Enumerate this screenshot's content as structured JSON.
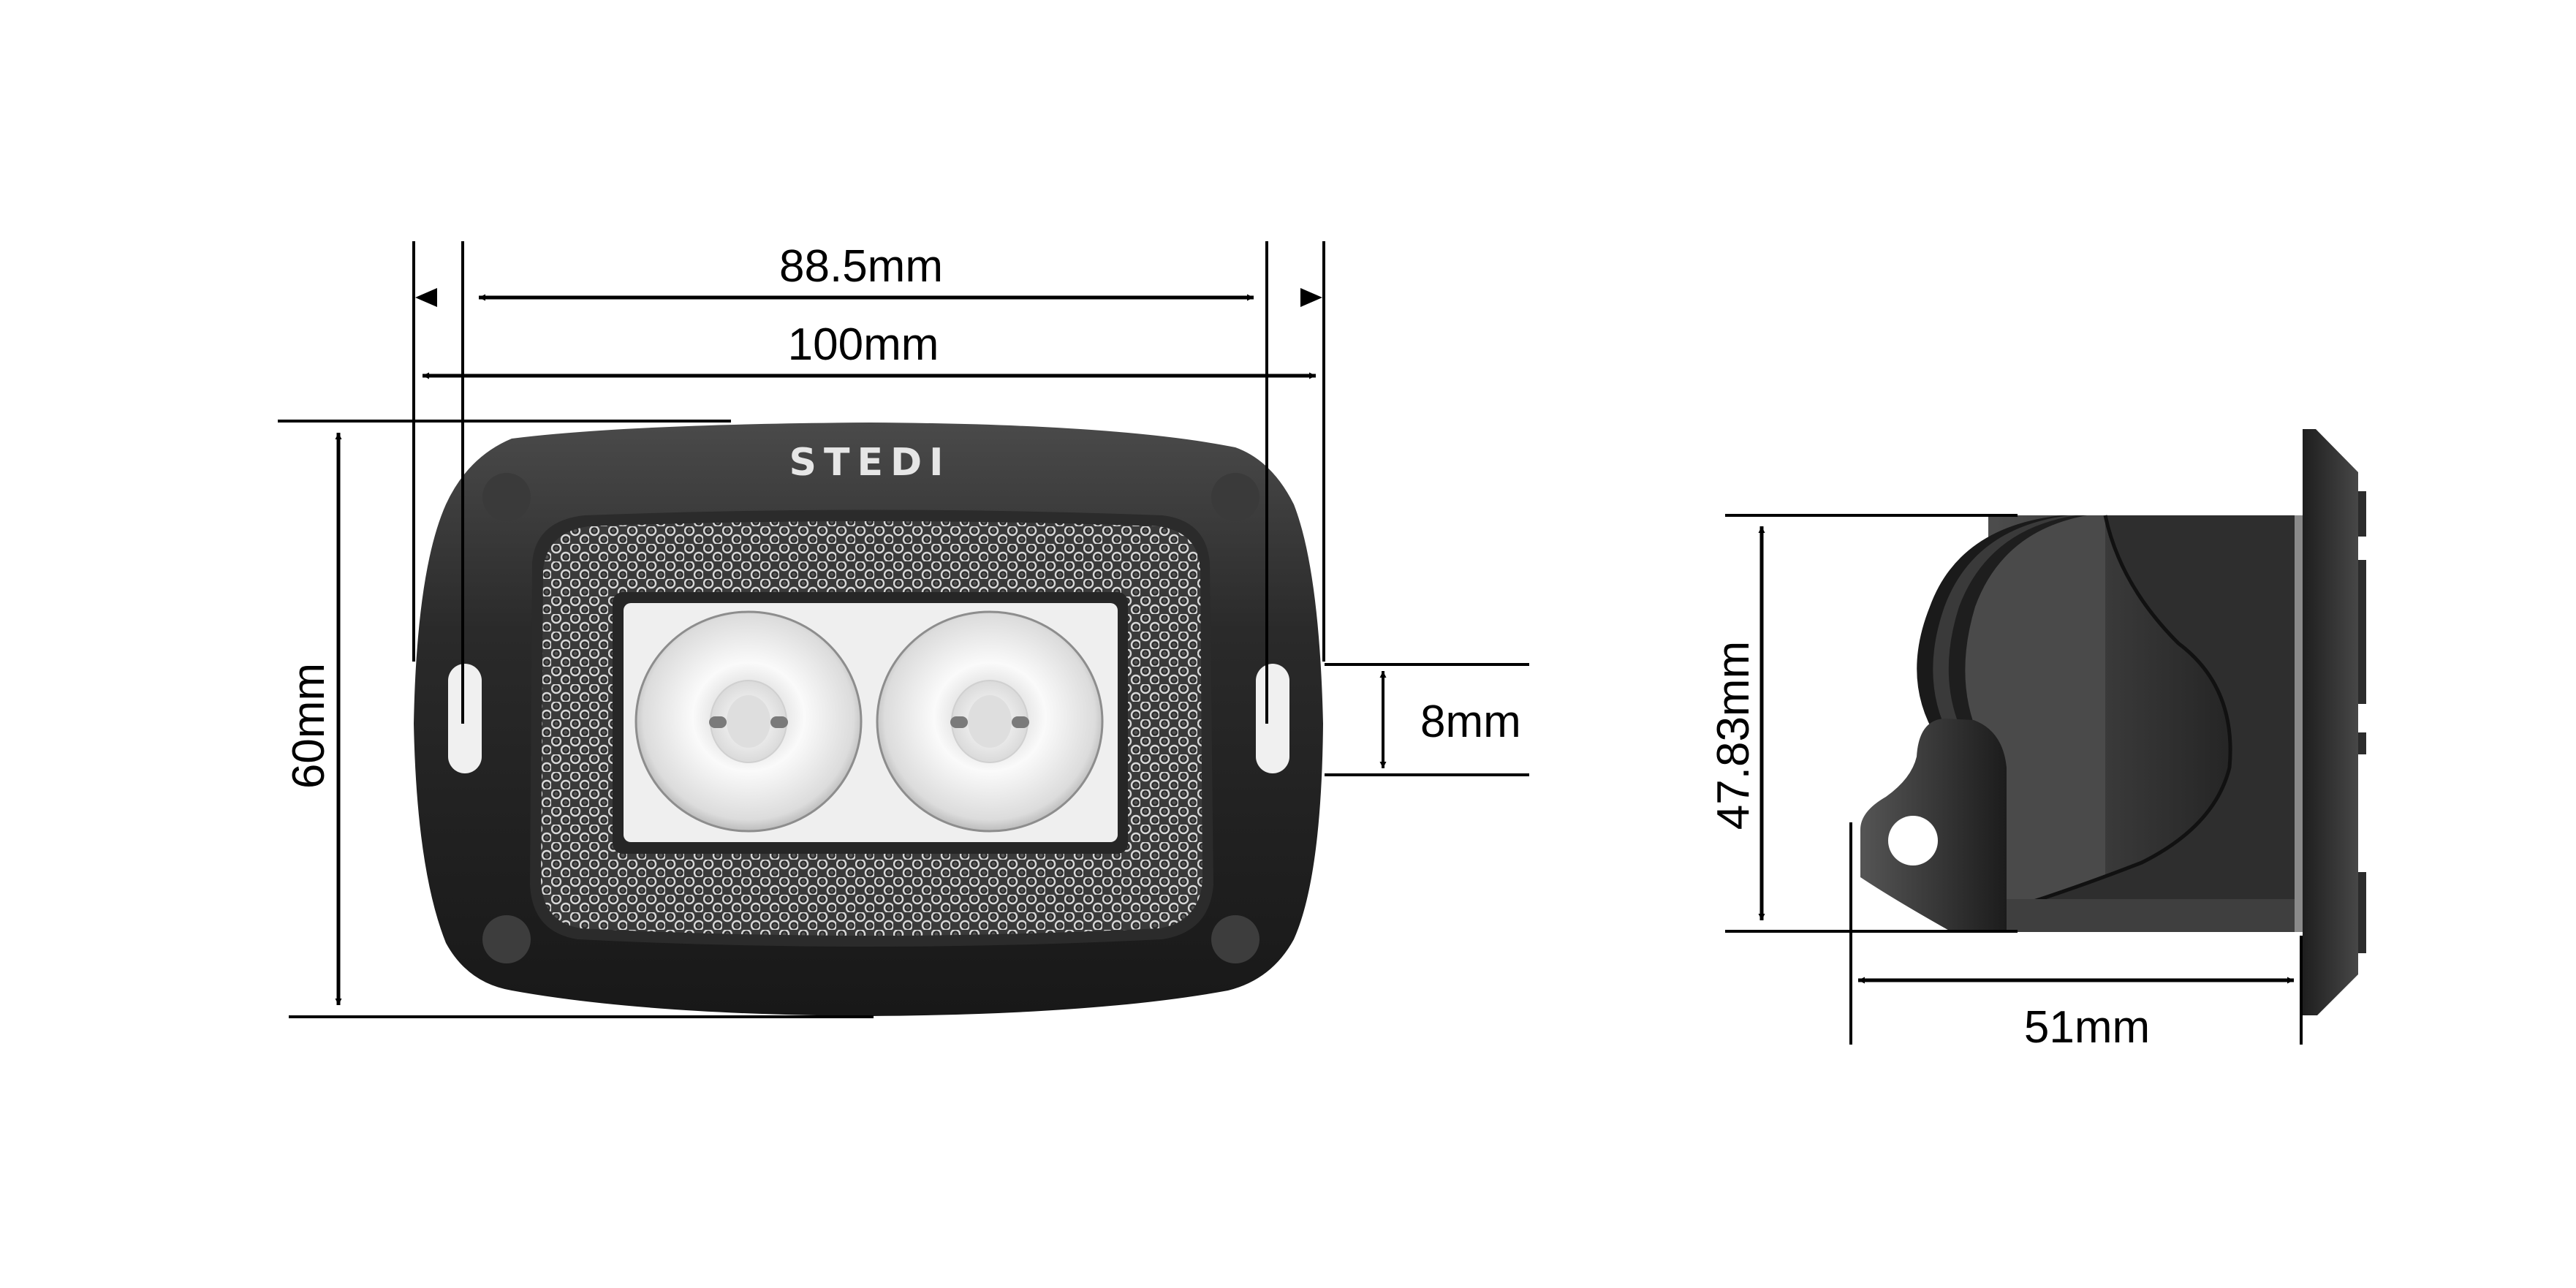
{
  "drawing": {
    "brand_logo": "STEDI",
    "front_view": {
      "dimensions": {
        "inner_width": "88.5mm",
        "outer_width": "100mm",
        "height": "60mm",
        "slot_height": "8mm"
      }
    },
    "side_view": {
      "dimensions": {
        "body_height": "47.83mm",
        "depth": "51mm"
      }
    },
    "colors": {
      "housing": "#1c1c1c",
      "housing_highlight": "#474747",
      "mesh": "#9a9a9a",
      "lens_panel": "#eeeeee",
      "side_body": "#4b4b4b",
      "dimension_lines": "#000000",
      "background": "#ffffff"
    }
  }
}
